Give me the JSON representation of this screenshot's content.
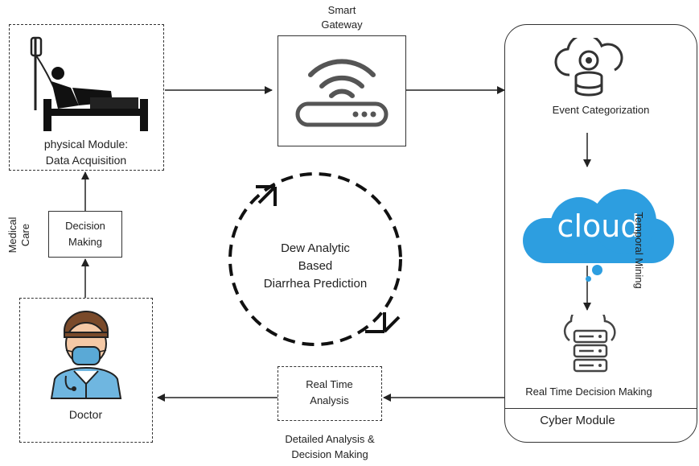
{
  "physical_module": {
    "label": "physical Module:\nData Acquisition",
    "icon": "patient-bed-icon"
  },
  "smart_gateway": {
    "title": "Smart\nGateway",
    "icon": "wifi-router-icon"
  },
  "cyber_module": {
    "title": "Cyber Module",
    "event_label": "Event Categorization",
    "event_icon": "cloud-database-gear-icon",
    "cloud_word": "cloud",
    "cloud_icon": "cloud-icon",
    "temporal_label": "Temporal Mining",
    "rt_decision_label": "Real Time Decision Making",
    "server_icon": "cloud-server-icon"
  },
  "decision_making": {
    "label": "Decision\nMaking"
  },
  "medical_care": {
    "label": "Medical\nCare"
  },
  "dew_analytic": {
    "label": "Dew Analytic\nBased\nDiarrhea Prediction"
  },
  "real_time_analysis": {
    "label": "Real Time\nAnalysis",
    "caption": "Detailed Analysis &\nDecision Making"
  },
  "doctor": {
    "label": "Doctor",
    "icon": "doctor-mask-icon"
  },
  "colors": {
    "cloud_blue": "#2d9ee0",
    "line": "#222222",
    "icon_gray": "#555555"
  }
}
